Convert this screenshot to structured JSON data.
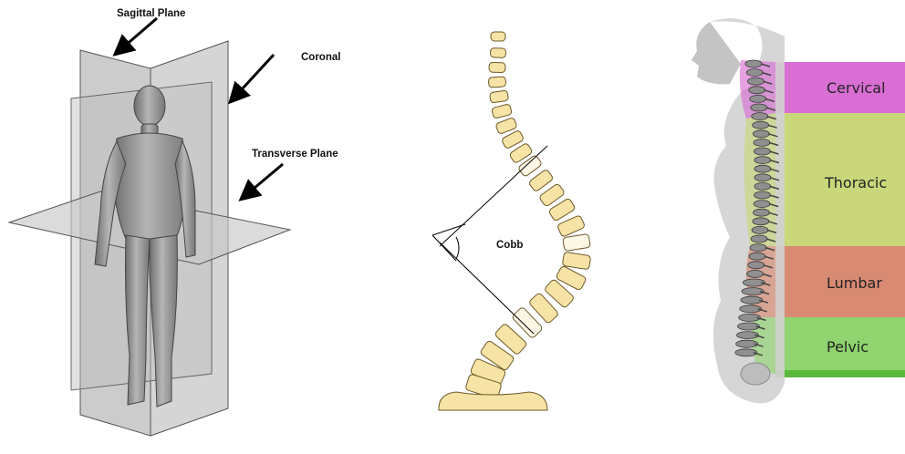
{
  "planes_figure": {
    "sagittal_label": "Sagittal Plane",
    "coronal_label": "Coronal",
    "transverse_label": "Transverse Plane"
  },
  "scoliosis_figure": {
    "angle_label": "Cobb"
  },
  "spine_regions_figure": {
    "regions": [
      {
        "label": "Cervical",
        "color": "#d96fd4"
      },
      {
        "label": "Thoracic",
        "color": "#c9d67a"
      },
      {
        "label": "Lumbar",
        "color": "#d98a72"
      },
      {
        "label": "Pelvic",
        "color": "#8fd46e"
      }
    ],
    "base_bar_color": "#5cb83a"
  },
  "colors": {
    "plane_fill": "#9a9a9a",
    "body_fill": "#8c8c8c",
    "vertebra_fill": "#f7e3a6",
    "vertebra_stroke": "#6b5a2a",
    "silhouette": "#d2d2d2"
  }
}
